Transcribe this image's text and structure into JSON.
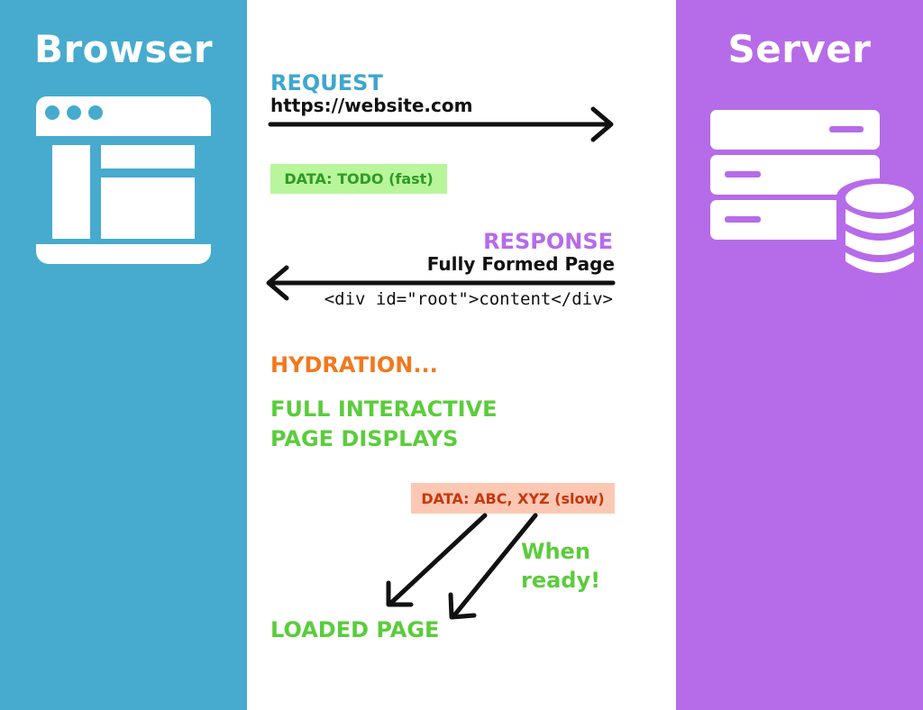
{
  "browser": {
    "title": "Browser",
    "icon": "browser-window-icon",
    "color": "#46abce"
  },
  "server": {
    "title": "Server",
    "icon": "server-database-icon",
    "color": "#b66be9"
  },
  "request": {
    "label": "REQUEST",
    "url": "https://website.com"
  },
  "data_fast": {
    "label": "DATA: TODO (fast)",
    "bg": "#b9f59b",
    "fg": "#2f9b24"
  },
  "response": {
    "label": "RESPONSE",
    "subtitle": "Fully Formed Page",
    "code": "<div id=\"root\">content</div>"
  },
  "hydration": "HYDRATION...",
  "interactive": {
    "line1": "FULL INTERACTIVE",
    "line2": "PAGE DISPLAYS"
  },
  "data_slow": {
    "label": "DATA: ABC, XYZ (slow)",
    "bg": "#fcc8b4",
    "fg": "#c8360c"
  },
  "when_ready": {
    "line1": "When",
    "line2": "ready!"
  },
  "loaded": "LOADED PAGE"
}
